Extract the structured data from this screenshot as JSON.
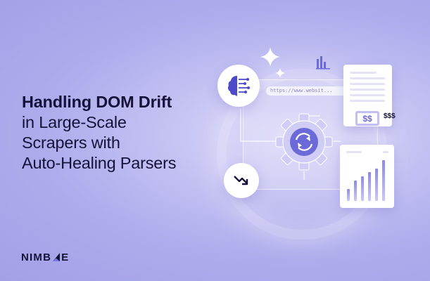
{
  "headline": {
    "bold_line": "Handling DOM Drift",
    "lines": [
      "in Large-Scale",
      "Scrapers with",
      "Auto-Healing Parsers"
    ]
  },
  "logo": {
    "prefix": "NIMB",
    "suffix": "E"
  },
  "browser": {
    "url_text": "https://www.websit..."
  },
  "price_badge": {
    "label": "$$"
  },
  "price_text": "$$$",
  "chart_data": {
    "type": "bar",
    "values": [
      3,
      5,
      6,
      7,
      8,
      10
    ]
  },
  "colors": {
    "accent": "#6c69d8",
    "ink": "#15123a",
    "background": "#aeacec"
  },
  "icons": [
    "sparkle-icon",
    "bar-chart-icon",
    "brain-circuit-icon",
    "trend-down-icon",
    "gear-sync-icon",
    "document-icon"
  ]
}
